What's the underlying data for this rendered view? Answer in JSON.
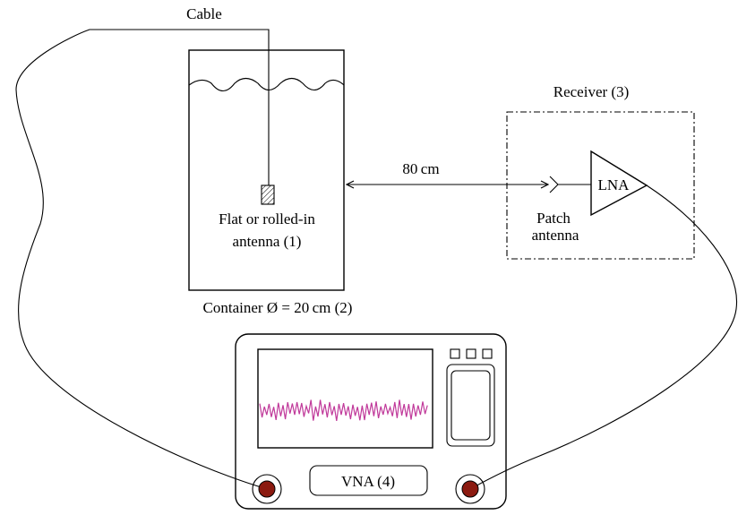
{
  "labels": {
    "cable": "Cable",
    "receiver": "Receiver (3)",
    "distance": "80 cm",
    "lna": "LNA",
    "antenna_line1": "Flat or rolled-in",
    "antenna_line2": "antenna (1)",
    "patch_line1": "Patch",
    "patch_line2": "antenna",
    "container": "Container Ø = 20 cm (2)",
    "vna": "VNA (4)"
  },
  "colors": {
    "signal_trace": "#c0399a",
    "connector_fill": "#8b1a10"
  }
}
